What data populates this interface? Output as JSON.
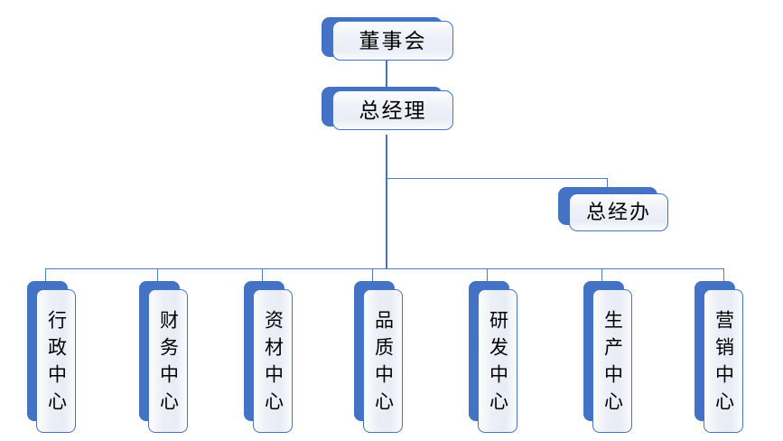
{
  "chart": {
    "type": "org-chart",
    "title": "",
    "orientation": "top-down",
    "accent_color": "#4472C4",
    "box_fill": "#EEF1F8",
    "text_color": "#000000",
    "levels": [
      {
        "level": 1,
        "nodes": [
          "board"
        ]
      },
      {
        "level": 2,
        "nodes": [
          "general_manager"
        ]
      },
      {
        "level": 3,
        "nodes": [
          "gm_office"
        ]
      },
      {
        "level": 4,
        "nodes": [
          "admin",
          "finance",
          "materials",
          "quality",
          "rnd",
          "production",
          "marketing"
        ]
      }
    ]
  },
  "nodes": {
    "board": {
      "label": "董事会",
      "orientation": "horizontal"
    },
    "general_manager": {
      "label": "总经理",
      "orientation": "horizontal"
    },
    "gm_office": {
      "label": "总经办",
      "orientation": "horizontal"
    },
    "admin": {
      "label": "行政中心",
      "orientation": "vertical"
    },
    "finance": {
      "label": "财务中心",
      "orientation": "vertical"
    },
    "materials": {
      "label": "资材中心",
      "orientation": "vertical"
    },
    "quality": {
      "label": "品质中心",
      "orientation": "vertical"
    },
    "rnd": {
      "label": "研发中心",
      "orientation": "vertical"
    },
    "production": {
      "label": "生产中心",
      "orientation": "vertical"
    },
    "marketing": {
      "label": "营销中心",
      "orientation": "vertical"
    }
  },
  "connectors": [
    {
      "from": "board",
      "to": "general_manager"
    },
    {
      "from": "general_manager",
      "to": "gm_office"
    },
    {
      "from": "general_manager",
      "to": "admin"
    },
    {
      "from": "general_manager",
      "to": "finance"
    },
    {
      "from": "general_manager",
      "to": "materials"
    },
    {
      "from": "general_manager",
      "to": "quality"
    },
    {
      "from": "general_manager",
      "to": "rnd"
    },
    {
      "from": "general_manager",
      "to": "production"
    },
    {
      "from": "general_manager",
      "to": "marketing"
    }
  ]
}
